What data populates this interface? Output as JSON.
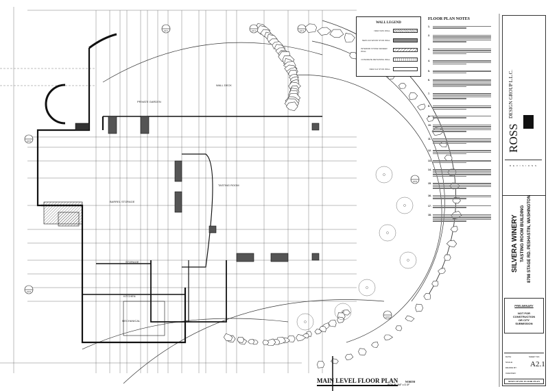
{
  "drawing": {
    "title": "MAIN LEVEL FLOOR PLAN",
    "north_label": "NORTH",
    "scale": "SCALE: 1/4\" = 1'-0\"",
    "rooms": {
      "private_garden": "PRIVATE GARDEN",
      "wall_deck": "WALL DECK",
      "tasting_room": "TASTING ROOM",
      "barrel_storage": "BARREL STORAGE",
      "mechanical": "MECHANICAL",
      "kitchen": "KITCHEN",
      "storage": "STORAGE"
    },
    "section_markers": [
      "A3.1",
      "A3.1",
      "A3.1",
      "A3.0",
      "A3.0",
      "A3.0",
      "A3.0"
    ]
  },
  "legend": {
    "title": "WALL LEGEND",
    "items": [
      "NEW CMU WALL",
      "NEW 2x6 WOOD STUD WALL",
      "INTERIOR STONE VENEER WALL",
      "CONCRETE RETAINING WALL",
      "NEW 2x4 STUD WALL"
    ]
  },
  "notes": {
    "title": "FLOOR PLAN NOTES",
    "numbers": [
      "1.",
      "2.",
      "3.",
      "4.",
      "5.",
      "6.",
      "7.",
      "8.",
      "9.",
      "10.",
      "11.",
      "12.",
      "13.",
      "14.",
      "15.",
      "16.",
      "17.",
      "18."
    ]
  },
  "title_block": {
    "firm": "ROSS",
    "firm_sub": "DESIGN GROUP L.L.C.",
    "revisions": "R E V I S I O N S",
    "project": "SILVERA WINERY",
    "building": "TASTING ROOM BUILDING",
    "address": "8798 STAGE RD. PESHASTIN, WASHINGTON",
    "status": "PRELIMINARY",
    "status_note": "NOT FOR CONSTRUCTION OR CITY SUBMISSION",
    "sheet": "A2.1",
    "sheet_title": "MAIN LEVEL FLOOR PLAN",
    "date_label": "DATE:",
    "scale_label": "SCALE:",
    "drawn_label": "DRAWN BY:",
    "checked_label": "CHECKED:",
    "sheet_label": "SHEET NO."
  }
}
